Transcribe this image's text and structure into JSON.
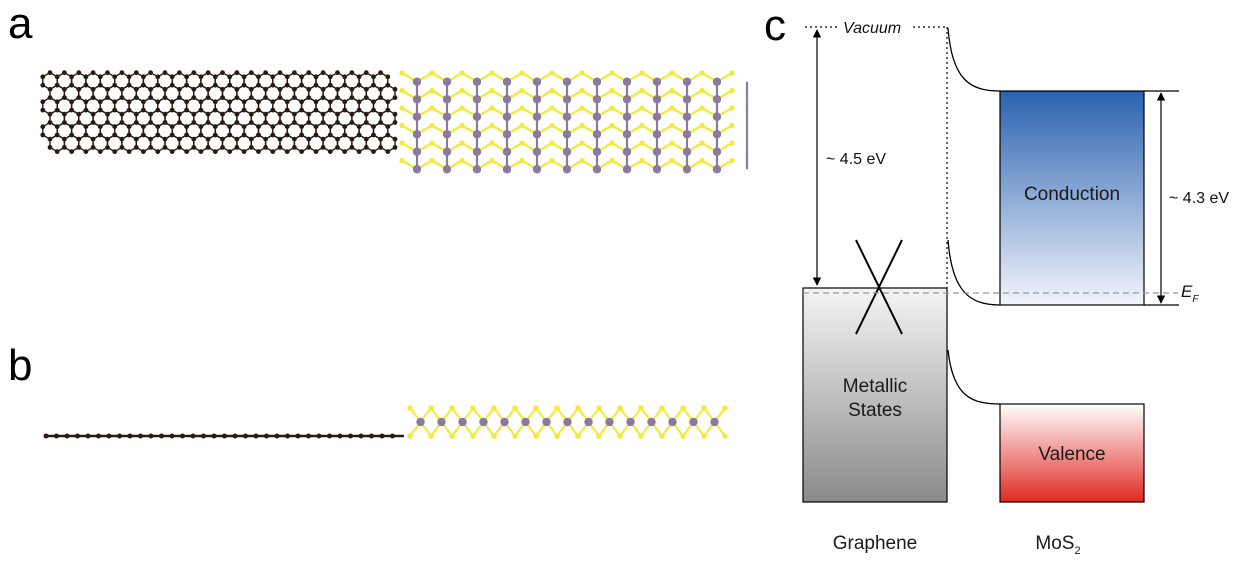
{
  "panels": {
    "a": "a",
    "b": "b",
    "c": "c"
  },
  "colors": {
    "carbon": "#2a1a14",
    "sulfur": "#f2ea3c",
    "molybdenum": "#8a7aa0"
  },
  "diagram": {
    "vacuum_label": "Vacuum",
    "work_function": "~ 4.5 eV",
    "electron_affinity": "~ 4.3 eV",
    "fermi_E": "E",
    "fermi_sub": "F",
    "graphene_band": [
      "Metallic",
      "States"
    ],
    "conduction_label": "Conduction",
    "valence_label": "Valence",
    "graphene_label": "Graphene",
    "mos2_main": "MoS",
    "mos2_sub": "2"
  }
}
